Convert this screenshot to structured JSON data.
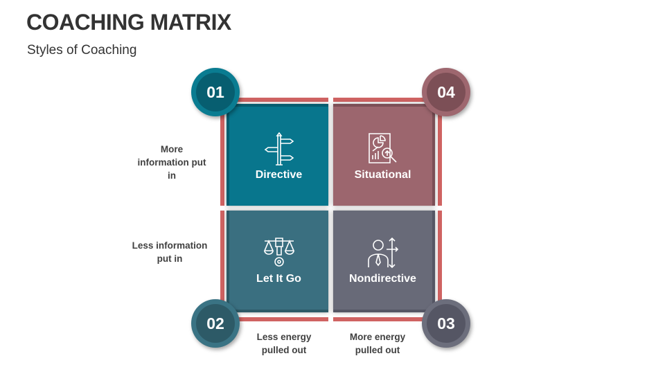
{
  "header": {
    "title": "COACHING MATRIX",
    "subtitle": "Styles of Coaching"
  },
  "colors": {
    "frame": "#CF6362",
    "directive": "#08768D",
    "situational": "#9C666E",
    "let_it_go": "#3A6F80",
    "nondirective": "#686A78"
  },
  "quadrants": [
    {
      "number": "01",
      "label": "Directive",
      "icon": "signpost-icon"
    },
    {
      "number": "02",
      "label": "Let It Go",
      "icon": "balance-scale-gear-icon"
    },
    {
      "number": "03",
      "label": "Nondirective",
      "icon": "person-arrows-icon"
    },
    {
      "number": "04",
      "label": "Situational",
      "icon": "report-analysis-icon"
    }
  ],
  "axis_labels": {
    "more_info": "More information put in",
    "less_info": "Less information put in",
    "less_energy": "Less energy pulled out",
    "more_energy": "More energy pulled out"
  }
}
